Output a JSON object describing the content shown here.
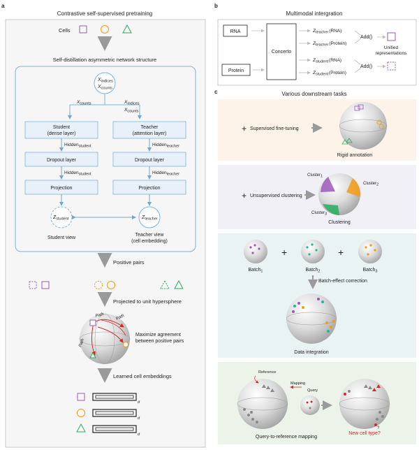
{
  "panel_a": {
    "letter": "a",
    "title": "Contrastive self-supervised pretraining",
    "cells_label": "Cells",
    "network_title": "Self-distillation asymmetric network structure",
    "x_input": "X",
    "sub_indices": "indices",
    "sub_counts": "counts",
    "student": {
      "line1": "Student",
      "line2": "(dense layer)",
      "view": "Student view"
    },
    "teacher": {
      "line1": "Teacher",
      "line2": "(attention layer)",
      "view_line1": "Teacher view",
      "view_line2": "(cell embedding)"
    },
    "hidden": "Hidden",
    "sub_student": "student",
    "sub_teacher": "teacher",
    "dropout": "Dropout layer",
    "projection": "Projection",
    "z": "Z",
    "positive_pairs": "Positive pairs",
    "hypersphere": "Projected to unit hypersphere",
    "maximize_line1": "Maximize agreement",
    "maximize_line2": "between positive pairs",
    "path1": "Path",
    "path2": "Path",
    "path3": "Path",
    "learned": "Learned cell embeddings",
    "d": "d"
  },
  "panel_b": {
    "letter": "b",
    "title": "Multimodal intergration",
    "rna": "RNA",
    "protein": "Protein",
    "concerto": "Concerto",
    "z_teacher_rna": "(RNA)",
    "z_teacher_protein": "(Protein)",
    "z_student_rna": "(RNA)",
    "z_student_protein": "(Protein)",
    "add": "Add()",
    "unified_line1": "Unified",
    "unified_line2": "representations"
  },
  "panel_c": {
    "letter": "c",
    "title": "Various downstream tasks",
    "fine_tuning": "Supervised fine-tuning",
    "rigid": "Rigid annotation",
    "unsupervised": "Unsupervised clustering",
    "clustering": "Clustering",
    "cluster": "Cluster",
    "cluster_sub_1": "1",
    "cluster_sub_2": "2",
    "cluster_sub_3": "3",
    "batch": "Batch",
    "batch_sub_1": "1",
    "batch_sub_2": "2",
    "batch_sub_3": "3",
    "batch_correction": "Batch-effect correction",
    "data_integration": "Data integration",
    "reference": "Reference",
    "mapping": "Mapping",
    "query": "Query",
    "query_mapping": "Query-to-reference mapping",
    "new_cell": "New cell type?"
  },
  "colors": {
    "purple": "#9b59b6",
    "orange": "#f39c12",
    "green": "#27ae60",
    "blue_border": "#7fb3d9",
    "box_fill": "#e8f1f9",
    "bg_orange": "#fdf3e9",
    "bg_lavender": "#f2f0f7",
    "bg_teal": "#eaf3f3",
    "bg_green": "#ecf3e9",
    "red": "#d62828"
  }
}
